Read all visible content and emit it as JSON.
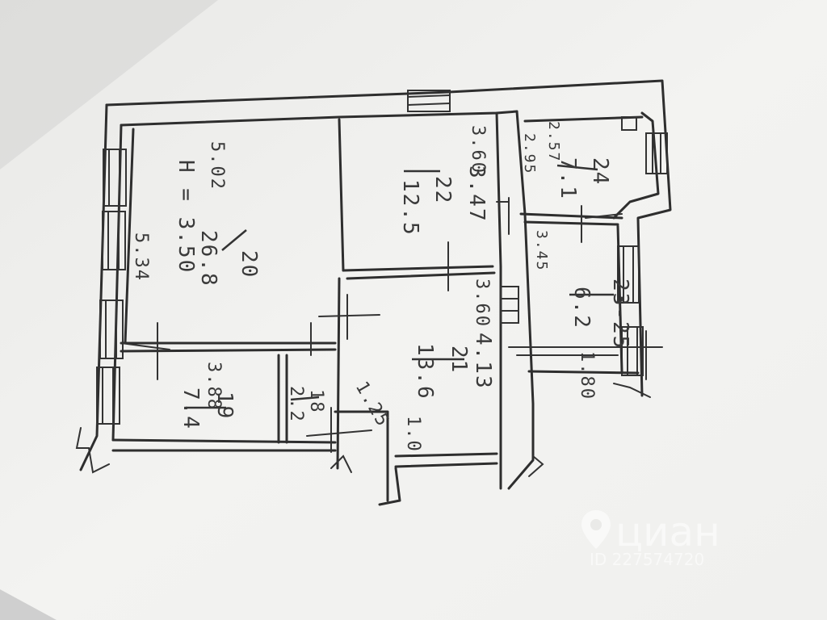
{
  "plan": {
    "rooms": [
      {
        "id": "room-20",
        "number": "20",
        "area": "26.8",
        "width": "5.02",
        "length": "5.34",
        "height": "H = 3.50"
      },
      {
        "id": "room-22",
        "number": "22",
        "area": "12.5",
        "width": "3.60",
        "length": "3.47"
      },
      {
        "id": "room-21",
        "number": "21",
        "area": "13.6",
        "width": "3.60",
        "length": "4.13"
      },
      {
        "id": "room-19",
        "number": "19",
        "area": "7.4",
        "width": "3.88"
      },
      {
        "id": "room-18",
        "number": "18",
        "area": "2.2"
      },
      {
        "id": "room-24",
        "number": "24",
        "area": "7.1",
        "width": "2.57",
        "length": "2.95"
      },
      {
        "id": "room-23-25",
        "number": "23-25",
        "area": "6.2",
        "width": "3.45",
        "length": "1.80"
      }
    ],
    "extra_dims": {
      "corridor_width": "1.25",
      "closet_width": "1.0"
    }
  },
  "watermark": {
    "brand": "циан",
    "id_text": "ID 227574720"
  },
  "colors": {
    "paper": "#f2f2f0",
    "shadow": "#cfcfcf",
    "ink": "#333333"
  }
}
